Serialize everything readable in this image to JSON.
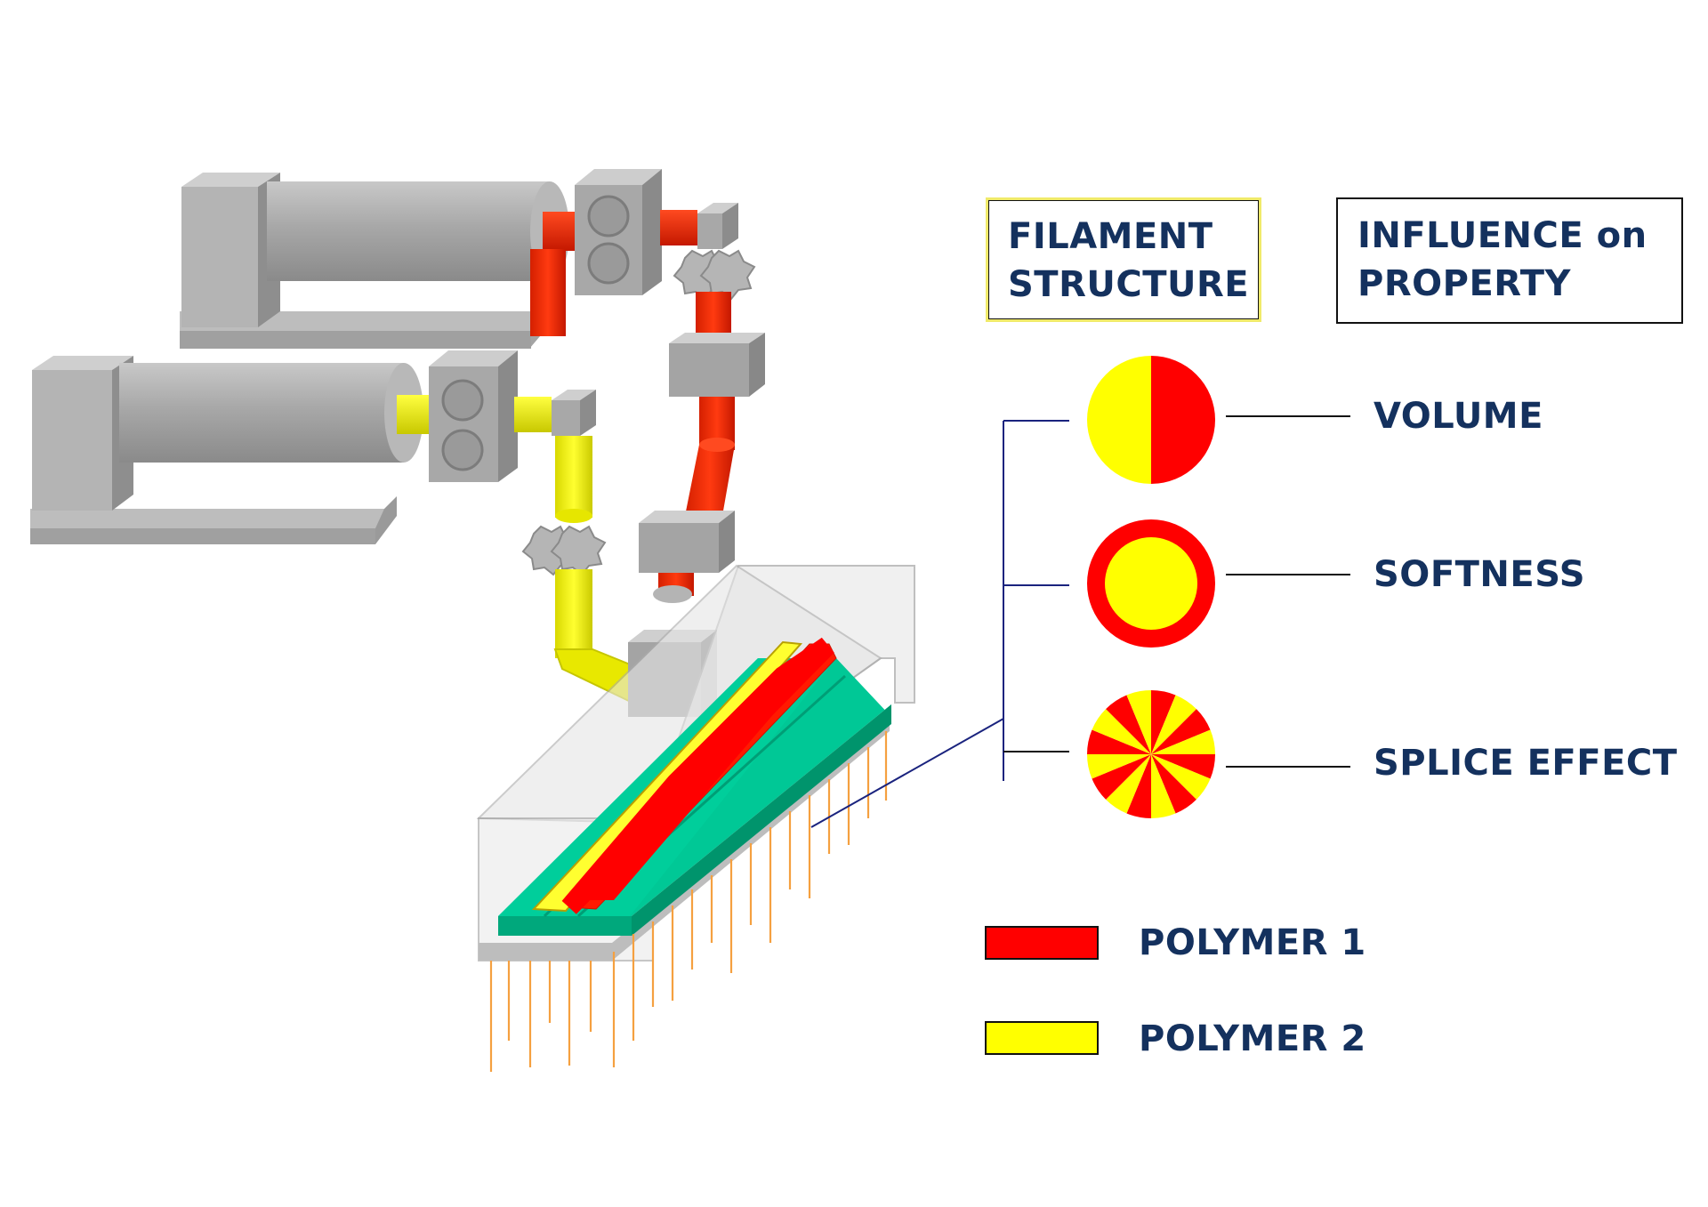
{
  "headers": {
    "filament_structure": {
      "line1": "FILAMENT",
      "line2": "STRUCTURE",
      "border_color": "#f0ea6a"
    },
    "influence_on_property": {
      "line1": "INFLUENCE on",
      "line2": "PROPERTY",
      "border_color": "#111111"
    }
  },
  "properties": [
    {
      "label": "VOLUME",
      "pattern": "half-split"
    },
    {
      "label": "SOFTNESS",
      "pattern": "core-sheath"
    },
    {
      "label": "SPLICE EFFECT",
      "pattern": "radial-segments",
      "segments": 16
    }
  ],
  "legend": [
    {
      "label": "POLYMER 1",
      "color": "#ff0000"
    },
    {
      "label": "POLYMER 2",
      "color": "#ffff00"
    }
  ],
  "colors": {
    "text": "#14315e",
    "polymer1": "#ff0000",
    "polymer2": "#ffff00",
    "machine_gray": "#9e9e9e",
    "plate_green": "#00c896",
    "connector": "#1a237e",
    "filament_lines": "#f5a040"
  }
}
